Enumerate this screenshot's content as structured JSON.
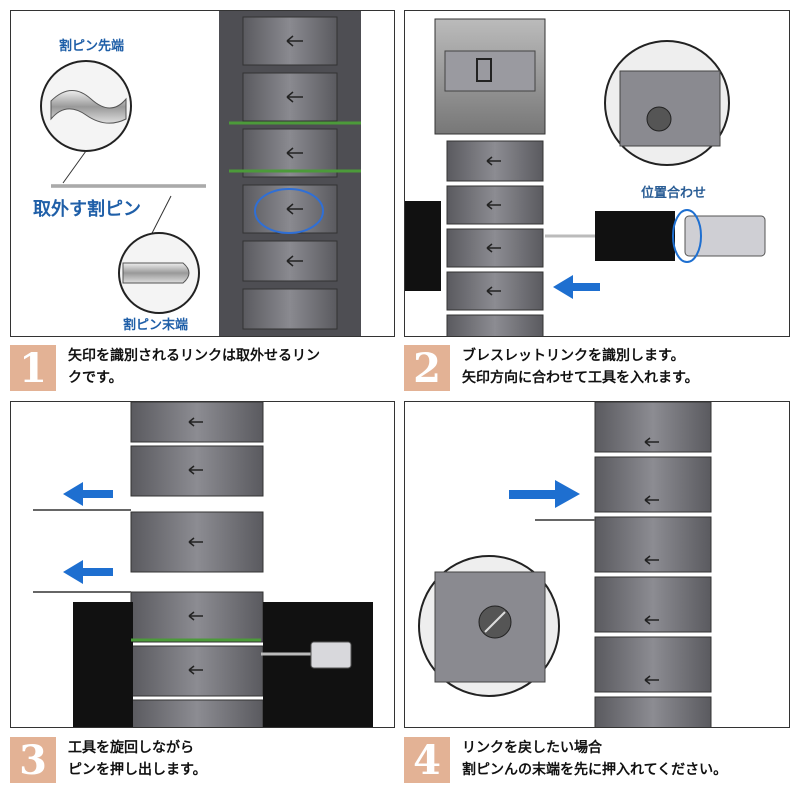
{
  "steps": [
    {
      "number": "1",
      "lines": [
        "矢印を識別されるリンクは取外せるリン",
        "クです。"
      ]
    },
    {
      "number": "2",
      "lines": [
        "ブレスレットリンクを識別します。",
        "矢印方向に合わせて工具を入れます。"
      ]
    },
    {
      "number": "3",
      "lines": [
        "工具を旋回しながら",
        "ピンを押し出します。"
      ]
    },
    {
      "number": "4",
      "lines": [
        "リンクを戻したい場合",
        "割ピンんの末端を先に押入れてください。"
      ]
    }
  ],
  "labels": {
    "pin_tip": "割ピン先端",
    "pin_remove": "取外す割ピン",
    "pin_end": "割ピン末端",
    "align": "位置合わせ"
  },
  "colors": {
    "badge": "#e3b295",
    "label_blue": "#1f5fa8",
    "arrow_blue": "#1e6fd0",
    "link_dark": "#56565b",
    "link_face": "#7a7a80",
    "pin_green": "#4c9a3a"
  }
}
